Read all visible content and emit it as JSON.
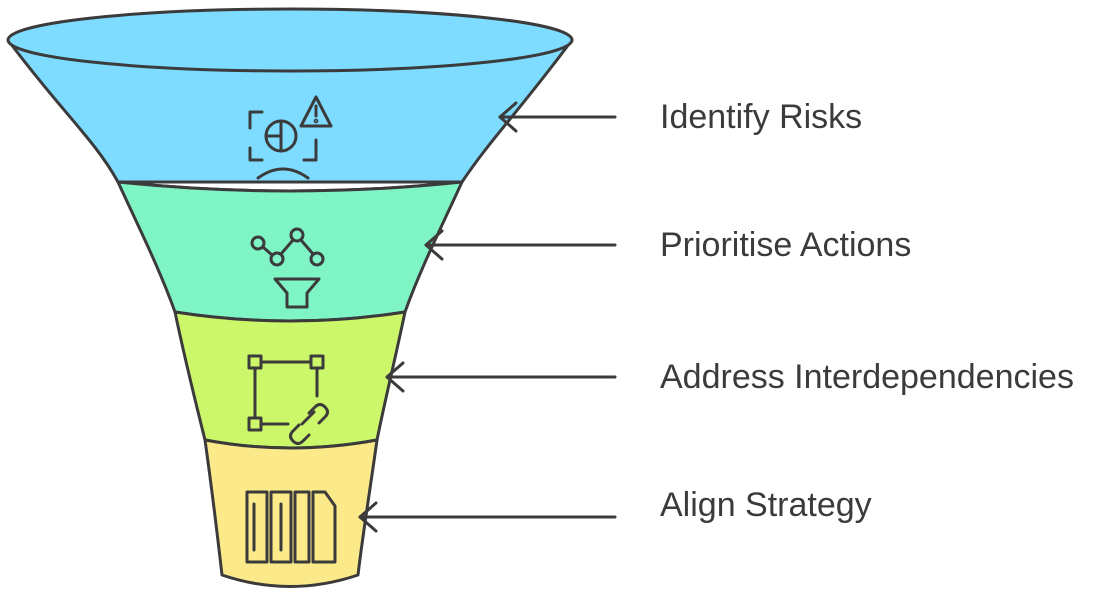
{
  "funnel": {
    "stages": [
      {
        "label": "Identify Risks",
        "color": "#7ddcff",
        "icon": "risk-radar-warning-icon"
      },
      {
        "label": "Prioritise Actions",
        "color": "#7ff5c6",
        "icon": "network-filter-icon"
      },
      {
        "label": "Address Interdependencies",
        "color": "#ccf76a",
        "icon": "linked-nodes-icon"
      },
      {
        "label": "Align Strategy",
        "color": "#fbe98a",
        "icon": "strategy-columns-icon"
      }
    ],
    "outline_color": "#3b3b3b"
  }
}
